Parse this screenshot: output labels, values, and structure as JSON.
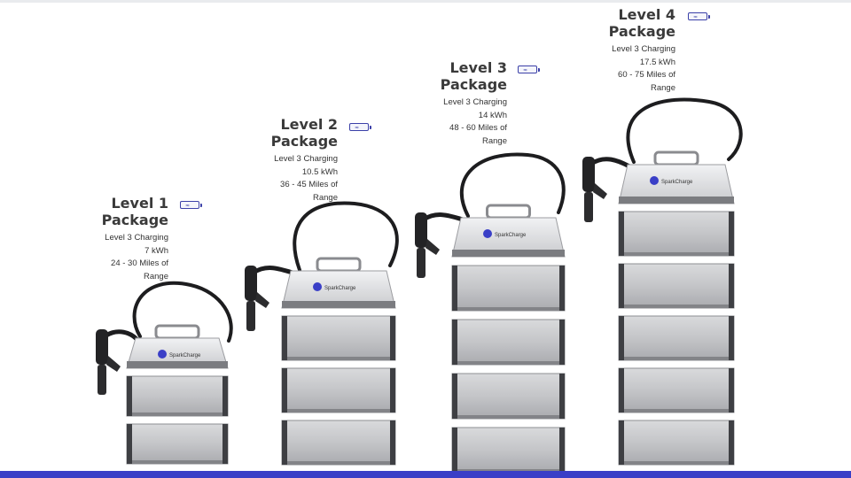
{
  "brand": "SparkCharge",
  "icons": {
    "package_badge": "battery-charging-icon",
    "connector": "ev-plug-icon"
  },
  "colors": {
    "footer_bar": "#3a3fc7",
    "badge": "#3b40a8"
  },
  "packages": [
    {
      "title_line1": "Level 1",
      "title_line2": "Package",
      "charging": "Level 3 Charging",
      "capacity": "7 kWh",
      "range_line1": "24 - 30 Miles of",
      "range_line2": "Range",
      "battery_modules": 2
    },
    {
      "title_line1": "Level 2",
      "title_line2": "Package",
      "charging": "Level 3 Charging",
      "capacity": "10.5 kWh",
      "range_line1": "36 - 45 Miles of",
      "range_line2": "Range",
      "battery_modules": 3
    },
    {
      "title_line1": "Level 3",
      "title_line2": "Package",
      "charging": "Level 3 Charging",
      "capacity": "14 kWh",
      "range_line1": "48 - 60 Miles of",
      "range_line2": "Range",
      "battery_modules": 4
    },
    {
      "title_line1": "Level 4",
      "title_line2": "Package",
      "charging": "Level 3 Charging",
      "capacity": "17.5 kWh",
      "range_line1": "60 - 75 Miles of",
      "range_line2": "Range",
      "battery_modules": 5
    }
  ]
}
